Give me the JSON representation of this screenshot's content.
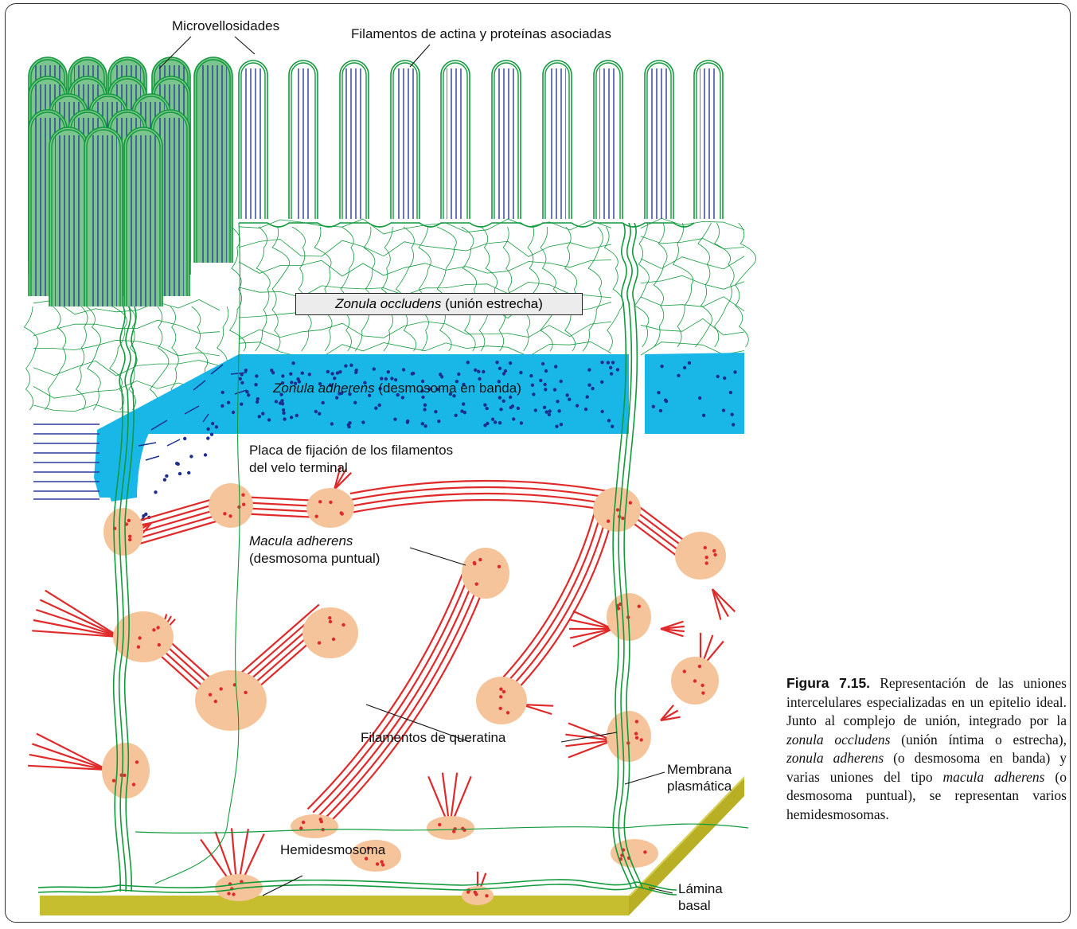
{
  "labels": {
    "microvellosidades": "Microvellosidades",
    "filamentos_actina": "Filamentos de actina y proteínas asociadas",
    "zonula_occludens_italic": "Zonula occludens",
    "zonula_occludens_rest": " (unión estrecha)",
    "zonula_adherens_italic": "Zonula adherens",
    "zonula_adherens_rest": " (desmosoma en banda)",
    "placa_line1": "Placa de fijación de los filamentos",
    "placa_line2": "del velo terminal",
    "macula_italic": "Macula adherens",
    "macula_rest": "(desmosoma puntual)",
    "queratina": "Filamentos de queratina",
    "membrana_line1": "Membrana",
    "membrana_line2": "plasmática",
    "hemidesmosoma": "Hemidesmosoma",
    "lamina_line1": "Lámina",
    "lamina_line2": "basal"
  },
  "caption": {
    "figure_label": "Figura 7.15.",
    "text_1": " Representación de las uniones intercelulares especializadas en un epitelio ideal. Junto al complejo de unión, integrado por la ",
    "italic_1": "zonula occludens",
    "text_2": " (unión íntima o estrecha), ",
    "italic_2": "zonula adherens",
    "text_3": " (o desmosoma en banda) y varias uniones del tipo ",
    "italic_3": "macula adherens",
    "text_4": " (o desmosoma puntual), se representan varios hemidesmosomas."
  },
  "colors": {
    "membrane": "#119a3c",
    "microvillus_fill": "#7cc48d",
    "actin": "#2b3a9a",
    "adherens_band": "#19b7e8",
    "adherens_dots": "#1d2f8c",
    "desmosome_plaque": "#f5c49a",
    "keratin": "#e02a2a",
    "basal_lamina": "#c6be2f",
    "caption_box": "#ececec"
  }
}
